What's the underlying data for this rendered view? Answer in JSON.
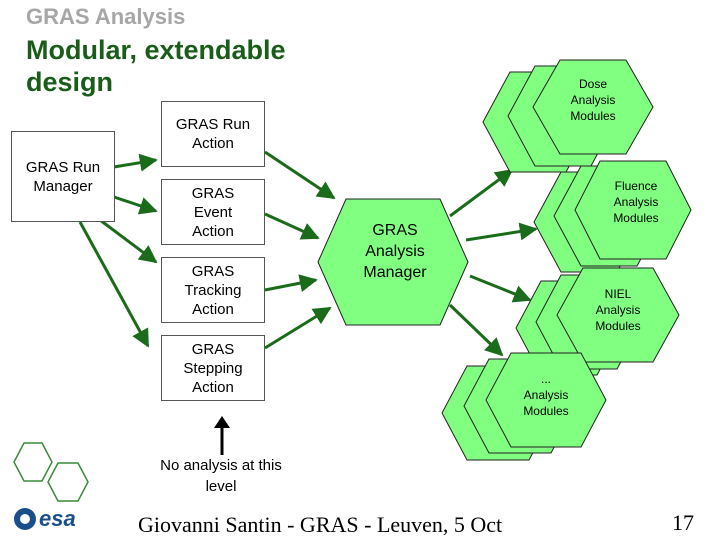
{
  "header": {
    "supertitle": "GRAS Analysis",
    "title": "Modular, extendable design"
  },
  "diagram": {
    "run_manager": "GRAS   Run\nManager",
    "actions": [
      "GRAS   Run\nAction",
      "GRAS\nEvent\nAction",
      "GRAS\nTracking\nAction",
      "GRAS\nStepping\nAction"
    ],
    "analysis_manager": "GRAS\nAnalysis\nManager",
    "modules": [
      "Dose\nAnalysis\nModules",
      "Fluence\nAnalysis\nModules",
      "NIEL\nAnalysis\nModules",
      "...\nAnalysis\nModules"
    ],
    "note": "No analysis at this level"
  },
  "colors": {
    "hex_fill": "#80ff80",
    "hex_stroke": "#222222",
    "arrow": "#1a6b1a",
    "deco_hex_stroke": "#3a8a3a"
  },
  "logo": {
    "text": "esa"
  },
  "footer": {
    "text": "Giovanni Santin  -  GRAS  -  Leuven, 5 Oct",
    "page_number": "17"
  }
}
